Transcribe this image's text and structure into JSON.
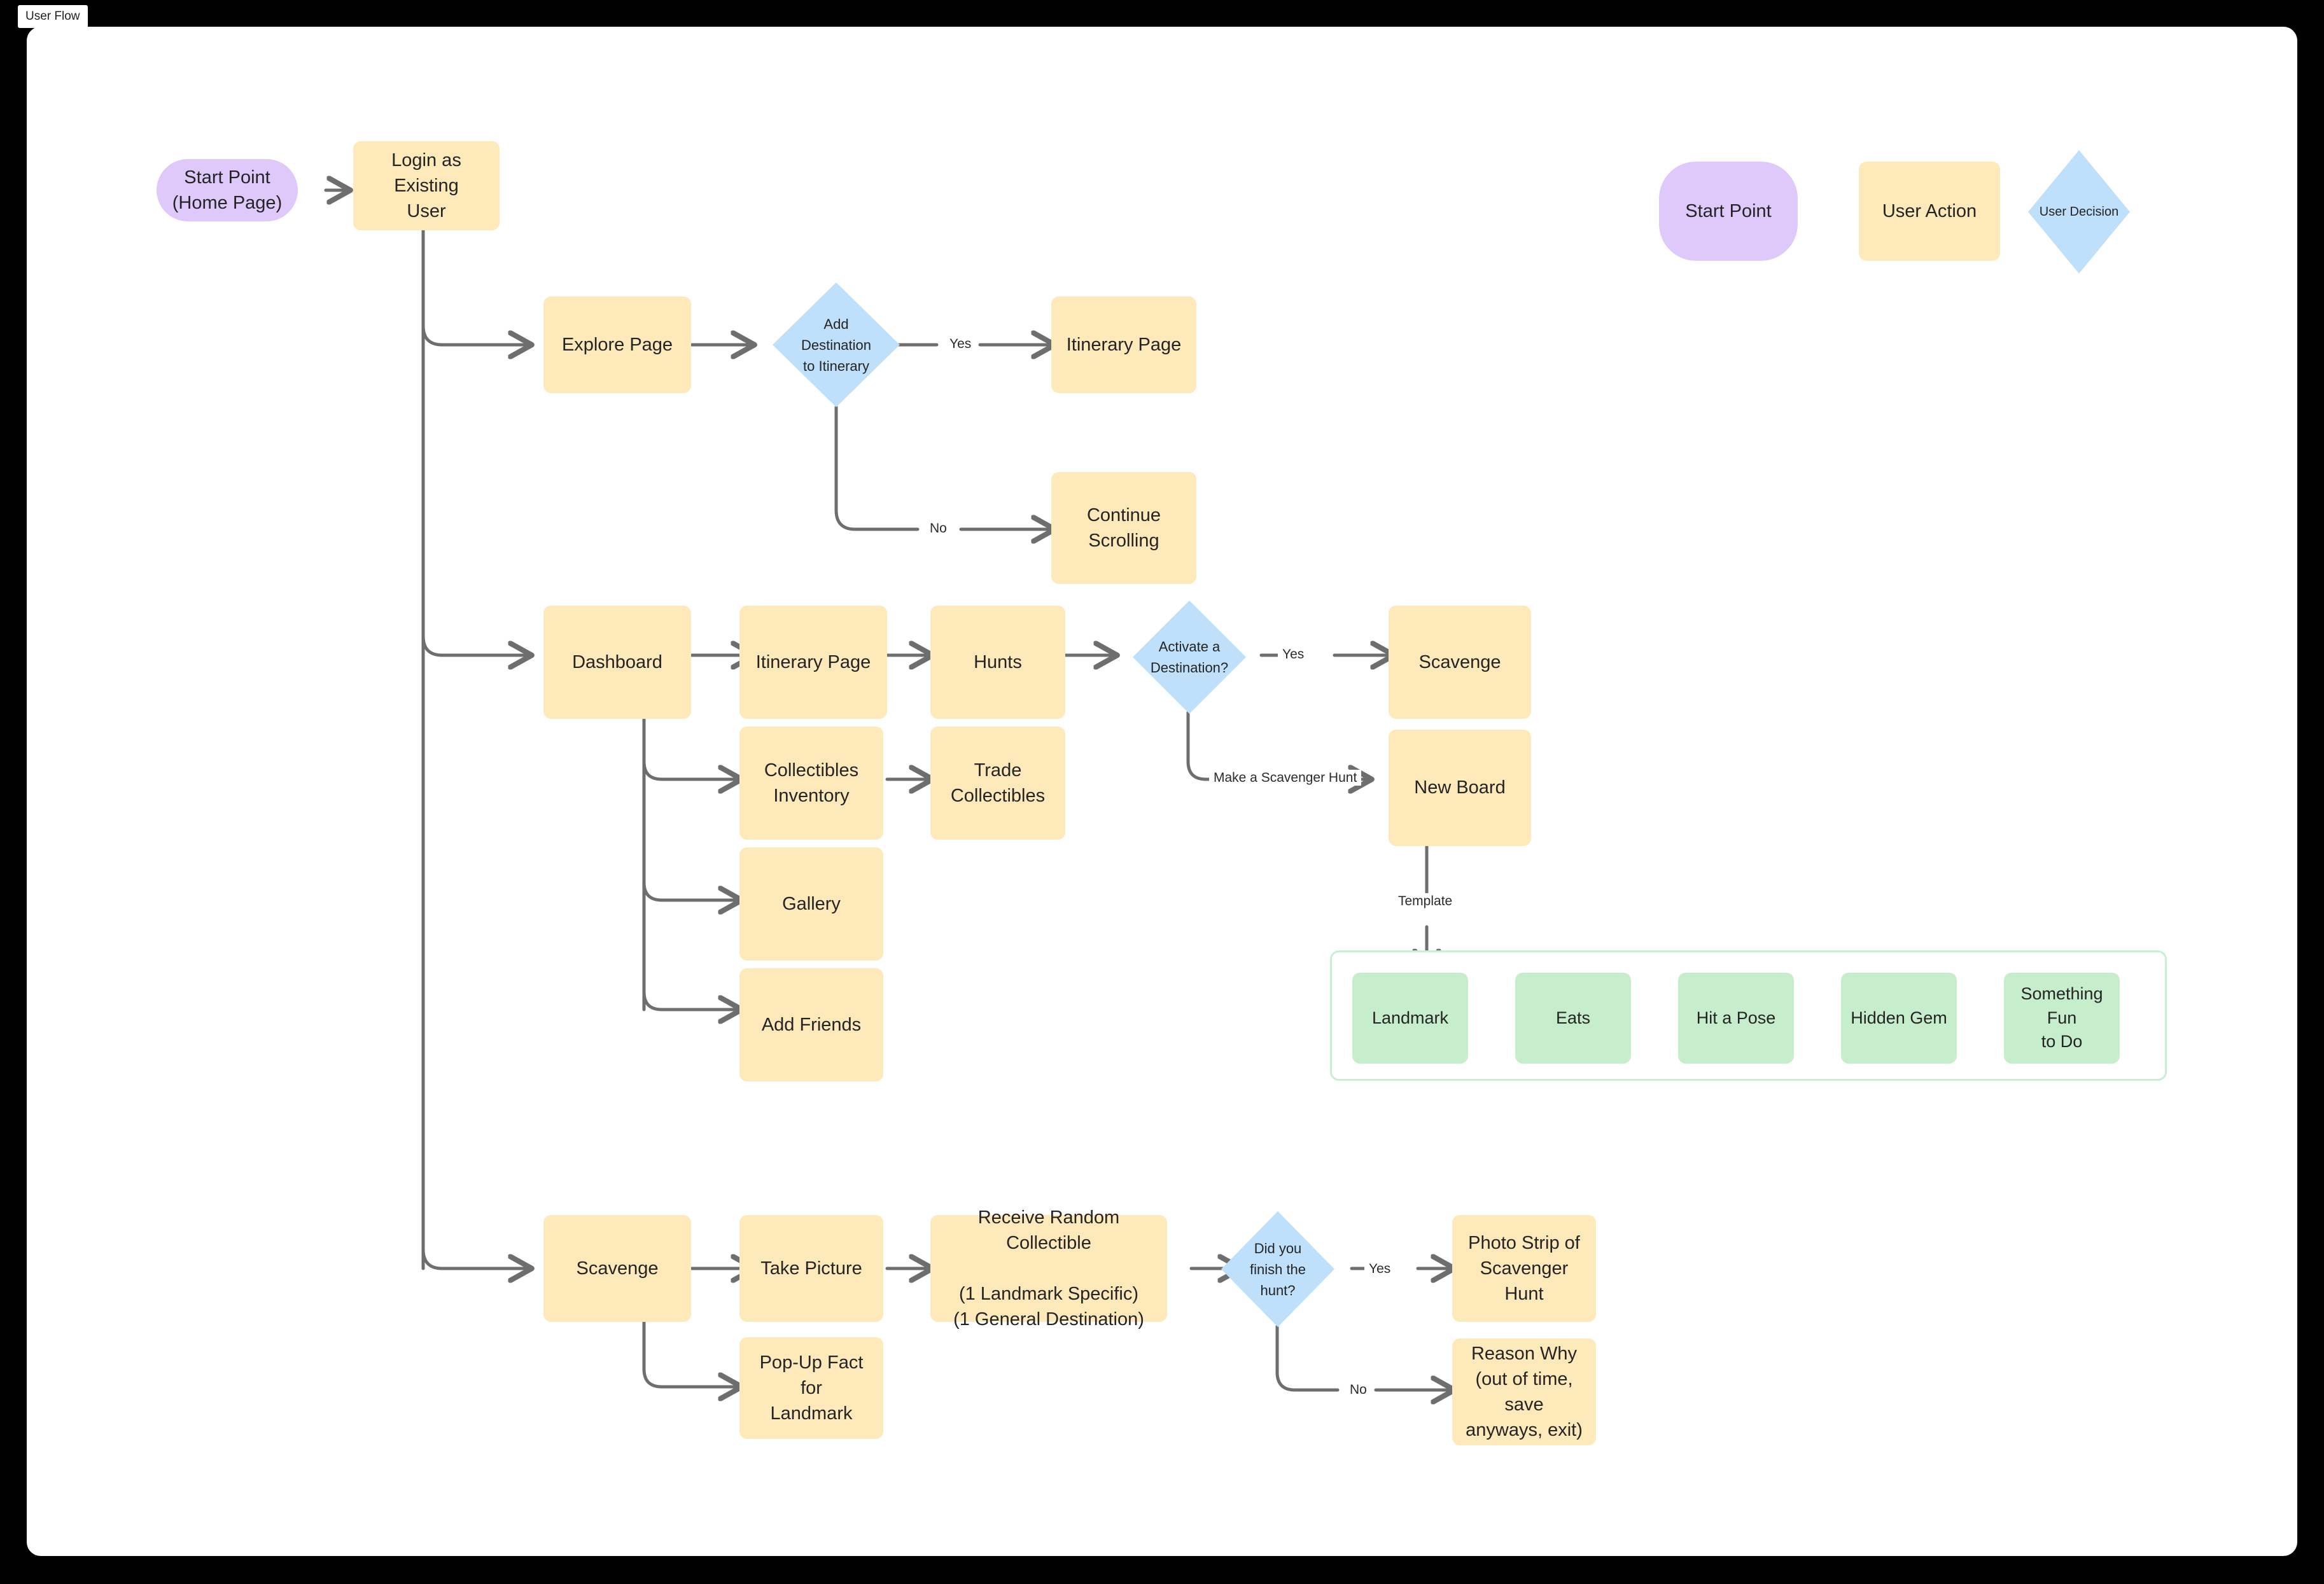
{
  "window": {
    "tab_label": "User Flow",
    "background_color": "#000000",
    "canvas_color": "#ffffff"
  },
  "palette": {
    "action_fill": "#fde9b9",
    "start_fill": "#dfc9fb",
    "decision_fill": "#bfe0fa",
    "template_fill": "#c6edcc",
    "template_border": "#c9eed2",
    "connector": "#6e6e6e",
    "text": "#242424"
  },
  "legend": {
    "items": [
      {
        "label": "Start Point",
        "shape": "rounded-pill",
        "color": "#dfc9fb"
      },
      {
        "label": "User Action",
        "shape": "rectangle",
        "color": "#fde9b9"
      },
      {
        "label": "User Decision",
        "shape": "diamond",
        "color": "#bfe0fa"
      }
    ]
  },
  "nodes": {
    "start_point": "Start Point\n(Home Page)",
    "login": "Login as Existing\nUser",
    "explore_page": "Explore Page",
    "decision_add_destination": "Add\nDestination\nto Itinerary",
    "itinerary_page_top": "Itinerary Page",
    "continue_scrolling": "Continue\nScrolling",
    "dashboard": "Dashboard",
    "itinerary_page_mid": "Itinerary Page",
    "hunts": "Hunts",
    "decision_activate_destination": "Activate a\nDestination?",
    "scavenge_mid": "Scavenge",
    "new_board": "New Board",
    "collectibles_inventory": "Collectibles\nInventory",
    "trade_collectibles": "Trade\nCollectibles",
    "gallery": "Gallery",
    "add_friends": "Add Friends",
    "scavenge_bottom": "Scavenge",
    "take_picture": "Take Picture",
    "receive_random_collectible": "Receive Random Collectible\n\n(1 Landmark Specific)\n(1 General Destination)",
    "decision_finish_hunt": "Did you\nfinish the\nhunt?",
    "photo_strip": "Photo Strip of\nScavenger Hunt",
    "reason_why": "Reason Why\n(out of time, save\nanyways, exit)",
    "pop_up_fact": "Pop-Up Fact for\nLandmark"
  },
  "template_group": {
    "cards": [
      "Landmark",
      "Eats",
      "Hit a Pose",
      "Hidden Gem",
      "Something Fun\nto Do"
    ]
  },
  "edge_labels": {
    "add_destination_yes": "Yes",
    "add_destination_no": "No",
    "activate_yes": "Yes",
    "activate_make_hunt": "Make a Scavenger Hunt",
    "new_board_template": "Template",
    "finish_hunt_yes": "Yes",
    "finish_hunt_no": "No"
  }
}
